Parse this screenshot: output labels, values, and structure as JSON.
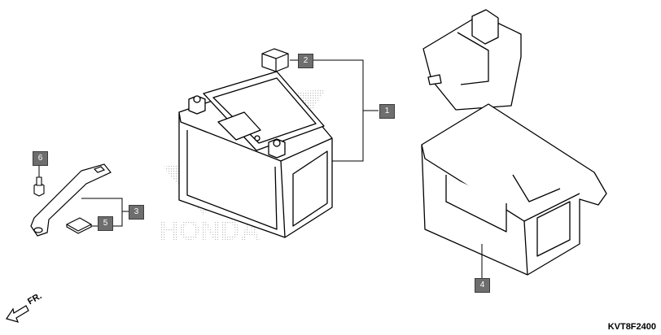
{
  "diagram": {
    "code": "KVT8F2400",
    "front_direction_label": "FR.",
    "watermark_text": "HONDA",
    "callouts": [
      {
        "id": "1"
      },
      {
        "id": "2"
      },
      {
        "id": "3"
      },
      {
        "id": "4"
      },
      {
        "id": "5"
      },
      {
        "id": "6"
      }
    ],
    "colors": {
      "line": "#000000",
      "callout_fill": "#6e6e6e",
      "watermark": "#d0d0d0"
    }
  }
}
